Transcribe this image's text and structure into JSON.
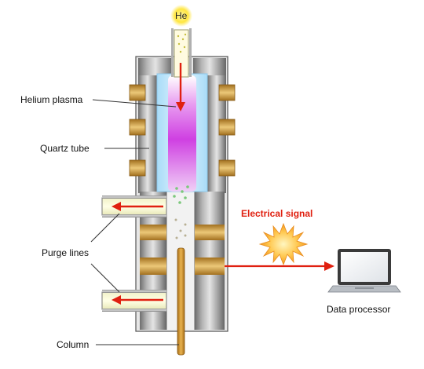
{
  "labels": {
    "he": "He",
    "helium_plasma": "Helium plasma",
    "quartz_tube": "Quartz tube",
    "purge_lines": "Purge lines",
    "column": "Column",
    "electrical_signal": "Electrical signal",
    "data_processor": "Data processor"
  },
  "colors": {
    "signal_red": "#e02010",
    "plasma": "#d24ee6",
    "quartz_blue": "#bfe6fb",
    "copper": "#c8963c",
    "steel": "#8c8c8c",
    "he_glow": "#ffe640"
  },
  "icons": [
    "laptop-icon",
    "spark-icon"
  ]
}
